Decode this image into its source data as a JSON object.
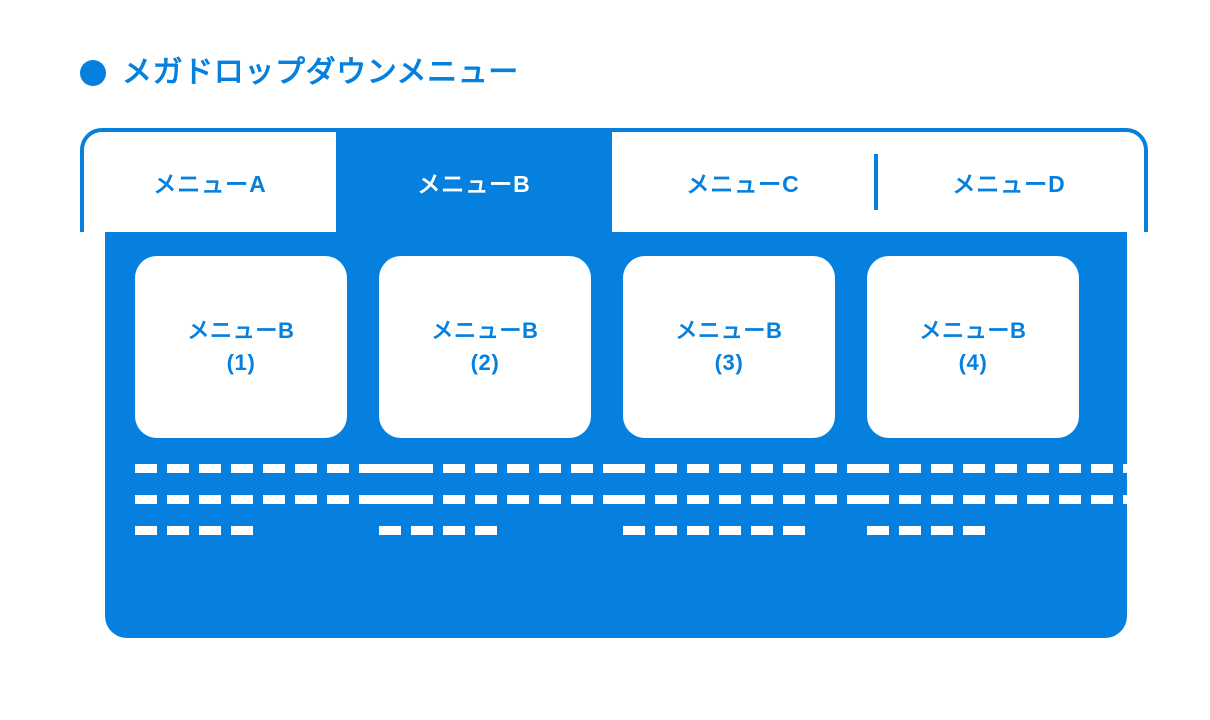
{
  "header": {
    "bullet_icon": "circle-bullet-icon",
    "title": "メガドロップダウンメニュー"
  },
  "colors": {
    "brand_blue": "#0580de",
    "panel_blue": "#0580de",
    "surface_white": "#ffffff"
  },
  "menubar": {
    "tabs": [
      {
        "label": "メニューA",
        "active": false
      },
      {
        "label": "メニューB",
        "active": true
      },
      {
        "label": "メニューC",
        "active": false
      },
      {
        "label": "メニューD",
        "active": false
      }
    ],
    "divider_between": "menu-c-and-menu-d"
  },
  "dropdown": {
    "open_for": "メニューB",
    "columns": [
      {
        "card_title": "メニューB",
        "card_subtitle": "(1)",
        "dash_rows": [
          9,
          9,
          4
        ]
      },
      {
        "card_title": "メニューB",
        "card_subtitle": "(2)",
        "dash_rows": [
          8,
          8,
          4
        ]
      },
      {
        "card_title": "メニューB",
        "card_subtitle": "(3)",
        "dash_rows": [
          8,
          8,
          6
        ]
      },
      {
        "card_title": "メニューB",
        "card_subtitle": "(4)",
        "dash_rows": [
          9,
          9,
          4
        ]
      }
    ]
  }
}
